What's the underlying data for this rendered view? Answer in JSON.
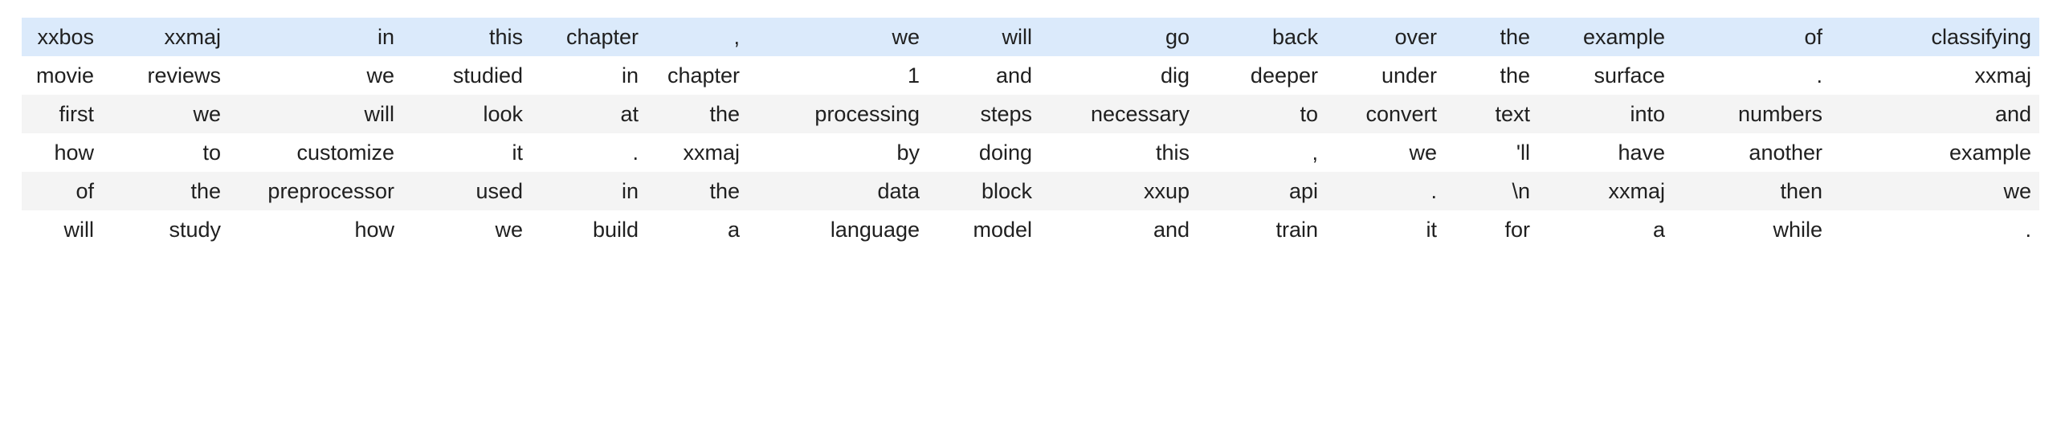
{
  "table": {
    "kind": "token-grid",
    "row_count": 6,
    "column_count": 15,
    "colors": {
      "highlight_row_bg": "#dbeafb",
      "alternate_row_bg": "#f4f4f4",
      "plain_row_bg": "#ffffff",
      "text": "#202020",
      "page_bg": "#ffffff"
    },
    "rows": [
      {
        "style": "highlight",
        "cells": [
          "xxbos",
          "xxmaj",
          "in",
          "this",
          "chapter",
          ",",
          "we",
          "will",
          "go",
          "back",
          "over",
          "the",
          "example",
          "of",
          "classifying"
        ]
      },
      {
        "style": "plain",
        "cells": [
          "movie",
          "reviews",
          "we",
          "studied",
          "in",
          "chapter",
          "1",
          "and",
          "dig",
          "deeper",
          "under",
          "the",
          "surface",
          ".",
          "xxmaj"
        ]
      },
      {
        "style": "odd",
        "cells": [
          "first",
          "we",
          "will",
          "look",
          "at",
          "the",
          "processing",
          "steps",
          "necessary",
          "to",
          "convert",
          "text",
          "into",
          "numbers",
          "and"
        ]
      },
      {
        "style": "plain",
        "cells": [
          "how",
          "to",
          "customize",
          "it",
          ".",
          "xxmaj",
          "by",
          "doing",
          "this",
          ",",
          "we",
          "'ll",
          "have",
          "another",
          "example"
        ]
      },
      {
        "style": "odd",
        "cells": [
          "of",
          "the",
          "preprocessor",
          "used",
          "in",
          "the",
          "data",
          "block",
          "xxup",
          "api",
          ".",
          "\\n",
          "xxmaj",
          "then",
          "we"
        ]
      },
      {
        "style": "plain",
        "cells": [
          "will",
          "study",
          "how",
          "we",
          "build",
          "a",
          "language",
          "model",
          "and",
          "train",
          "it",
          "for",
          "a",
          "while",
          "."
        ]
      }
    ]
  }
}
